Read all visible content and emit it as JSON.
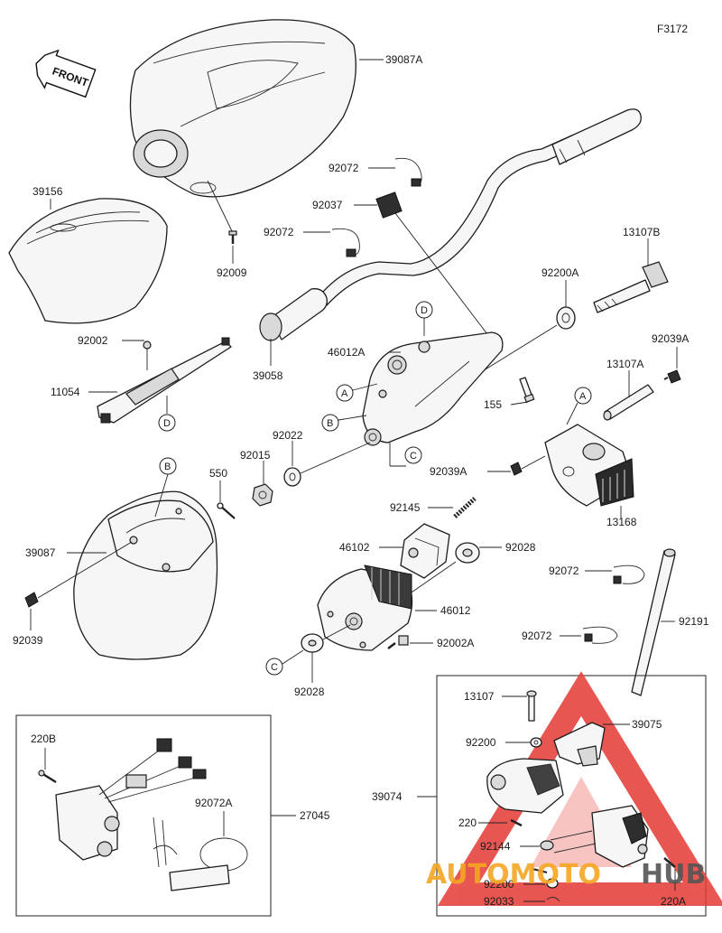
{
  "figure_code": "F3172",
  "front_label": "FRONT",
  "parts": {
    "p39087A": "39087A",
    "p39156": "39156",
    "p92009": "92009",
    "p92072_top": "92072",
    "p92037": "92037",
    "p92072_mid": "92072",
    "p13107B": "13107B",
    "p92200A": "92200A",
    "p92002": "92002",
    "p11054": "11054",
    "p39058": "39058",
    "p46012A": "46012A",
    "p92039A": "92039A",
    "p13107A": "13107A",
    "p155": "155",
    "p92022": "92022",
    "p92015": "92015",
    "p550": "550",
    "p92039A_b": "92039A",
    "p13168": "13168",
    "p92145": "92145",
    "p39087": "39087",
    "p46102": "46102",
    "p92028_r": "92028",
    "p92072_r1": "92072",
    "p46012": "46012",
    "p92039": "92039",
    "p92191": "92191",
    "p92072_r2": "92072",
    "p92002A": "92002A",
    "p92028_b": "92028",
    "p13107": "13107",
    "p39075": "39075",
    "p220B": "220B",
    "p92200": "92200",
    "p39074": "39074",
    "p27045": "27045",
    "p92072A": "92072A",
    "p220": "220",
    "p92144": "92144",
    "p92200_b": "92200",
    "p220A": "220A",
    "p92033": "92033"
  },
  "callouts": {
    "d_top": "D",
    "a_1": "A",
    "b_1": "B",
    "c_1": "C",
    "a_2": "A",
    "d_2": "D",
    "b_2": "B",
    "c_2": "C"
  },
  "watermark": {
    "text_orange": "AUTOMOTO",
    "text_gray": "HUB",
    "color_red": "#e53935",
    "color_orange": "#f5a623",
    "color_gray": "#555555"
  }
}
